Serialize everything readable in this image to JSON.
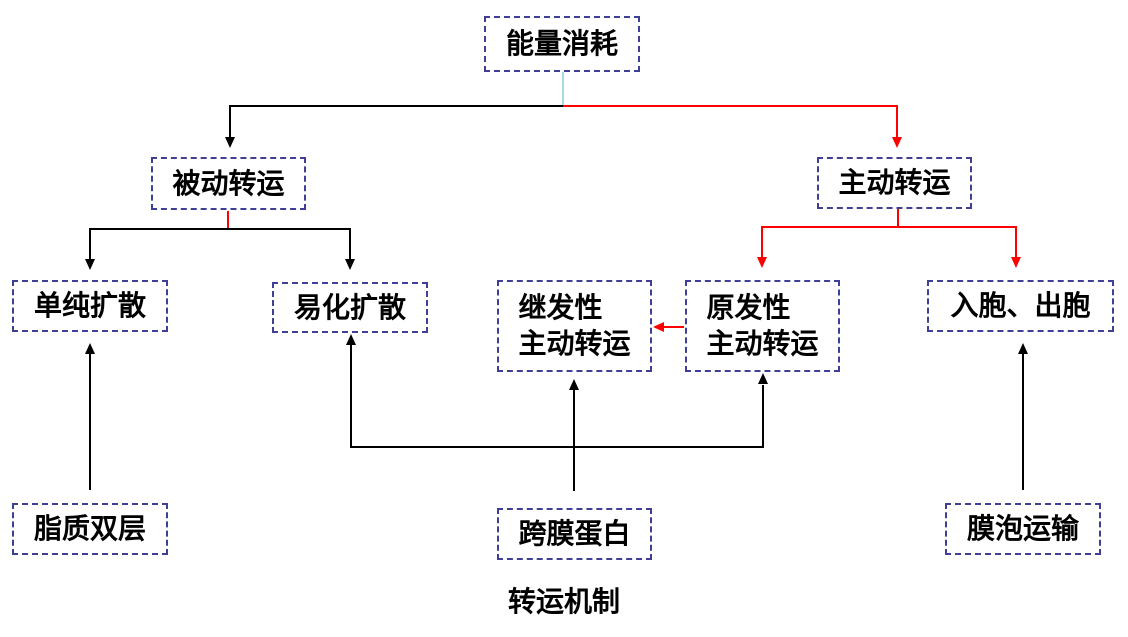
{
  "diagram": {
    "title": "转运机制",
    "colors": {
      "box_border": "#3f3f96",
      "line_black": "#000000",
      "line_red": "#ff0000",
      "line_lightblue": "#a8d8e0"
    },
    "nodes": {
      "energy": "能量消耗",
      "passive": "被动转运",
      "active": "主动转运",
      "simple_diffusion": "单纯扩散",
      "facilitated_diffusion": "易化扩散",
      "secondary_line1": "继发性",
      "secondary_line2": "主动转运",
      "primary_line1": "原发性",
      "primary_line2": "主动转运",
      "endo_exocytosis": "入胞、出胞",
      "lipid_bilayer": "脂质双层",
      "transmembrane_protein": "跨膜蛋白",
      "vesicle_transport": "膜泡运输"
    },
    "edges": [
      {
        "from": "能量消耗",
        "to": "被动转运",
        "color": "black"
      },
      {
        "from": "能量消耗",
        "to": "主动转运",
        "color": "red"
      },
      {
        "from": "被动转运",
        "to": "单纯扩散",
        "color": "black"
      },
      {
        "from": "被动转运",
        "to": "易化扩散",
        "color": "black"
      },
      {
        "from": "主动转运",
        "to": "原发性主动转运",
        "color": "red"
      },
      {
        "from": "主动转运",
        "to": "入胞、出胞",
        "color": "red"
      },
      {
        "from": "原发性主动转运",
        "to": "继发性主动转运",
        "color": "red"
      },
      {
        "from": "脂质双层",
        "to": "单纯扩散",
        "color": "black"
      },
      {
        "from": "跨膜蛋白",
        "to": "易化扩散",
        "color": "black"
      },
      {
        "from": "跨膜蛋白",
        "to": "继发性主动转运",
        "color": "black"
      },
      {
        "from": "跨膜蛋白",
        "to": "原发性主动转运",
        "color": "black"
      },
      {
        "from": "膜泡运输",
        "to": "入胞、出胞",
        "color": "black"
      }
    ]
  }
}
